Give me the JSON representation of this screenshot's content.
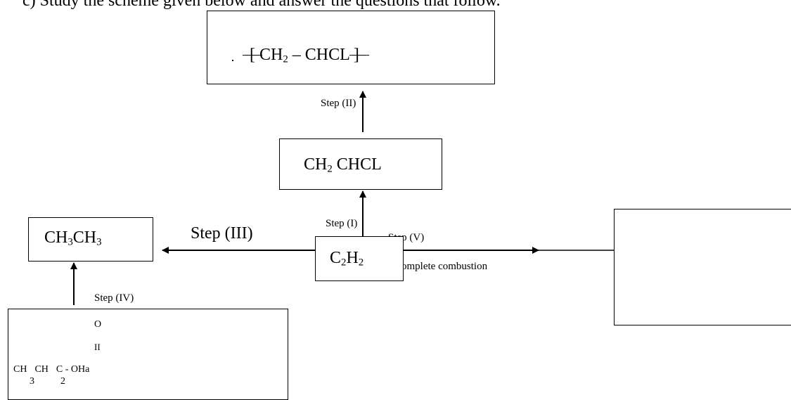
{
  "question": "c)  Study the scheme given below and answer the questions that follow.",
  "boxes": {
    "polymer": {
      "bracket_open": "[",
      "bracket_close": "]",
      "a_main": "CH",
      "a_sub": "2",
      "dash": " – ",
      "b": "CHCL"
    },
    "vinyl_chloride": {
      "a_main": "CH",
      "a_sub": "2",
      "b": " CHCL"
    },
    "ethane": {
      "a_main": "CH",
      "a_sub": "3",
      "b_main": "CH",
      "b_sub": "3"
    },
    "ethyne": {
      "a_main": "C",
      "a_sub": "2",
      "b_main": "H",
      "b_sub": "2"
    },
    "salt": {
      "o": "O",
      "double_bond": "II",
      "ch_1": "CH",
      "ch_2": "CH",
      "group": "C - OHa",
      "sub_1": "3",
      "sub_2": "2"
    },
    "combustion_products": {
      "content": ""
    }
  },
  "steps": {
    "step_2": "Step (II)",
    "step_1": "Step (I)",
    "step_3": "Step (III)",
    "step_4": "Step (IV)",
    "step_5": "Step (V)",
    "combustion": "Complete combustion"
  }
}
